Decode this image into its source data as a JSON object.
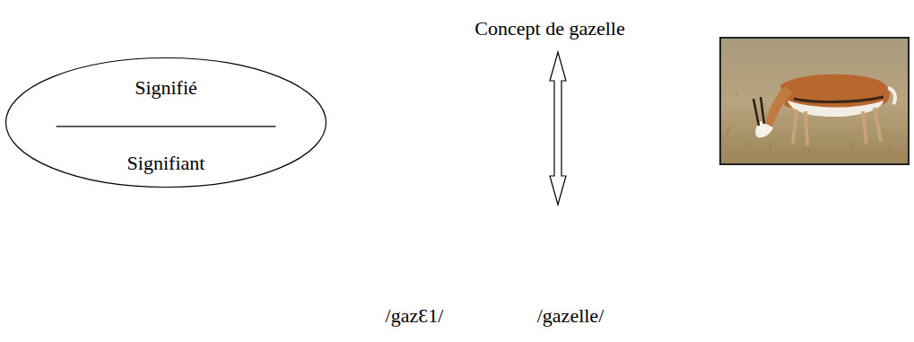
{
  "diagram": {
    "nodes": [
      {
        "text": [
          "Signifié",
          "Signifiant"
        ]
      }
    ],
    "labels": [
      "Concept de gazelle",
      "/gazƐ1/",
      "/gazelle/"
    ]
  }
}
